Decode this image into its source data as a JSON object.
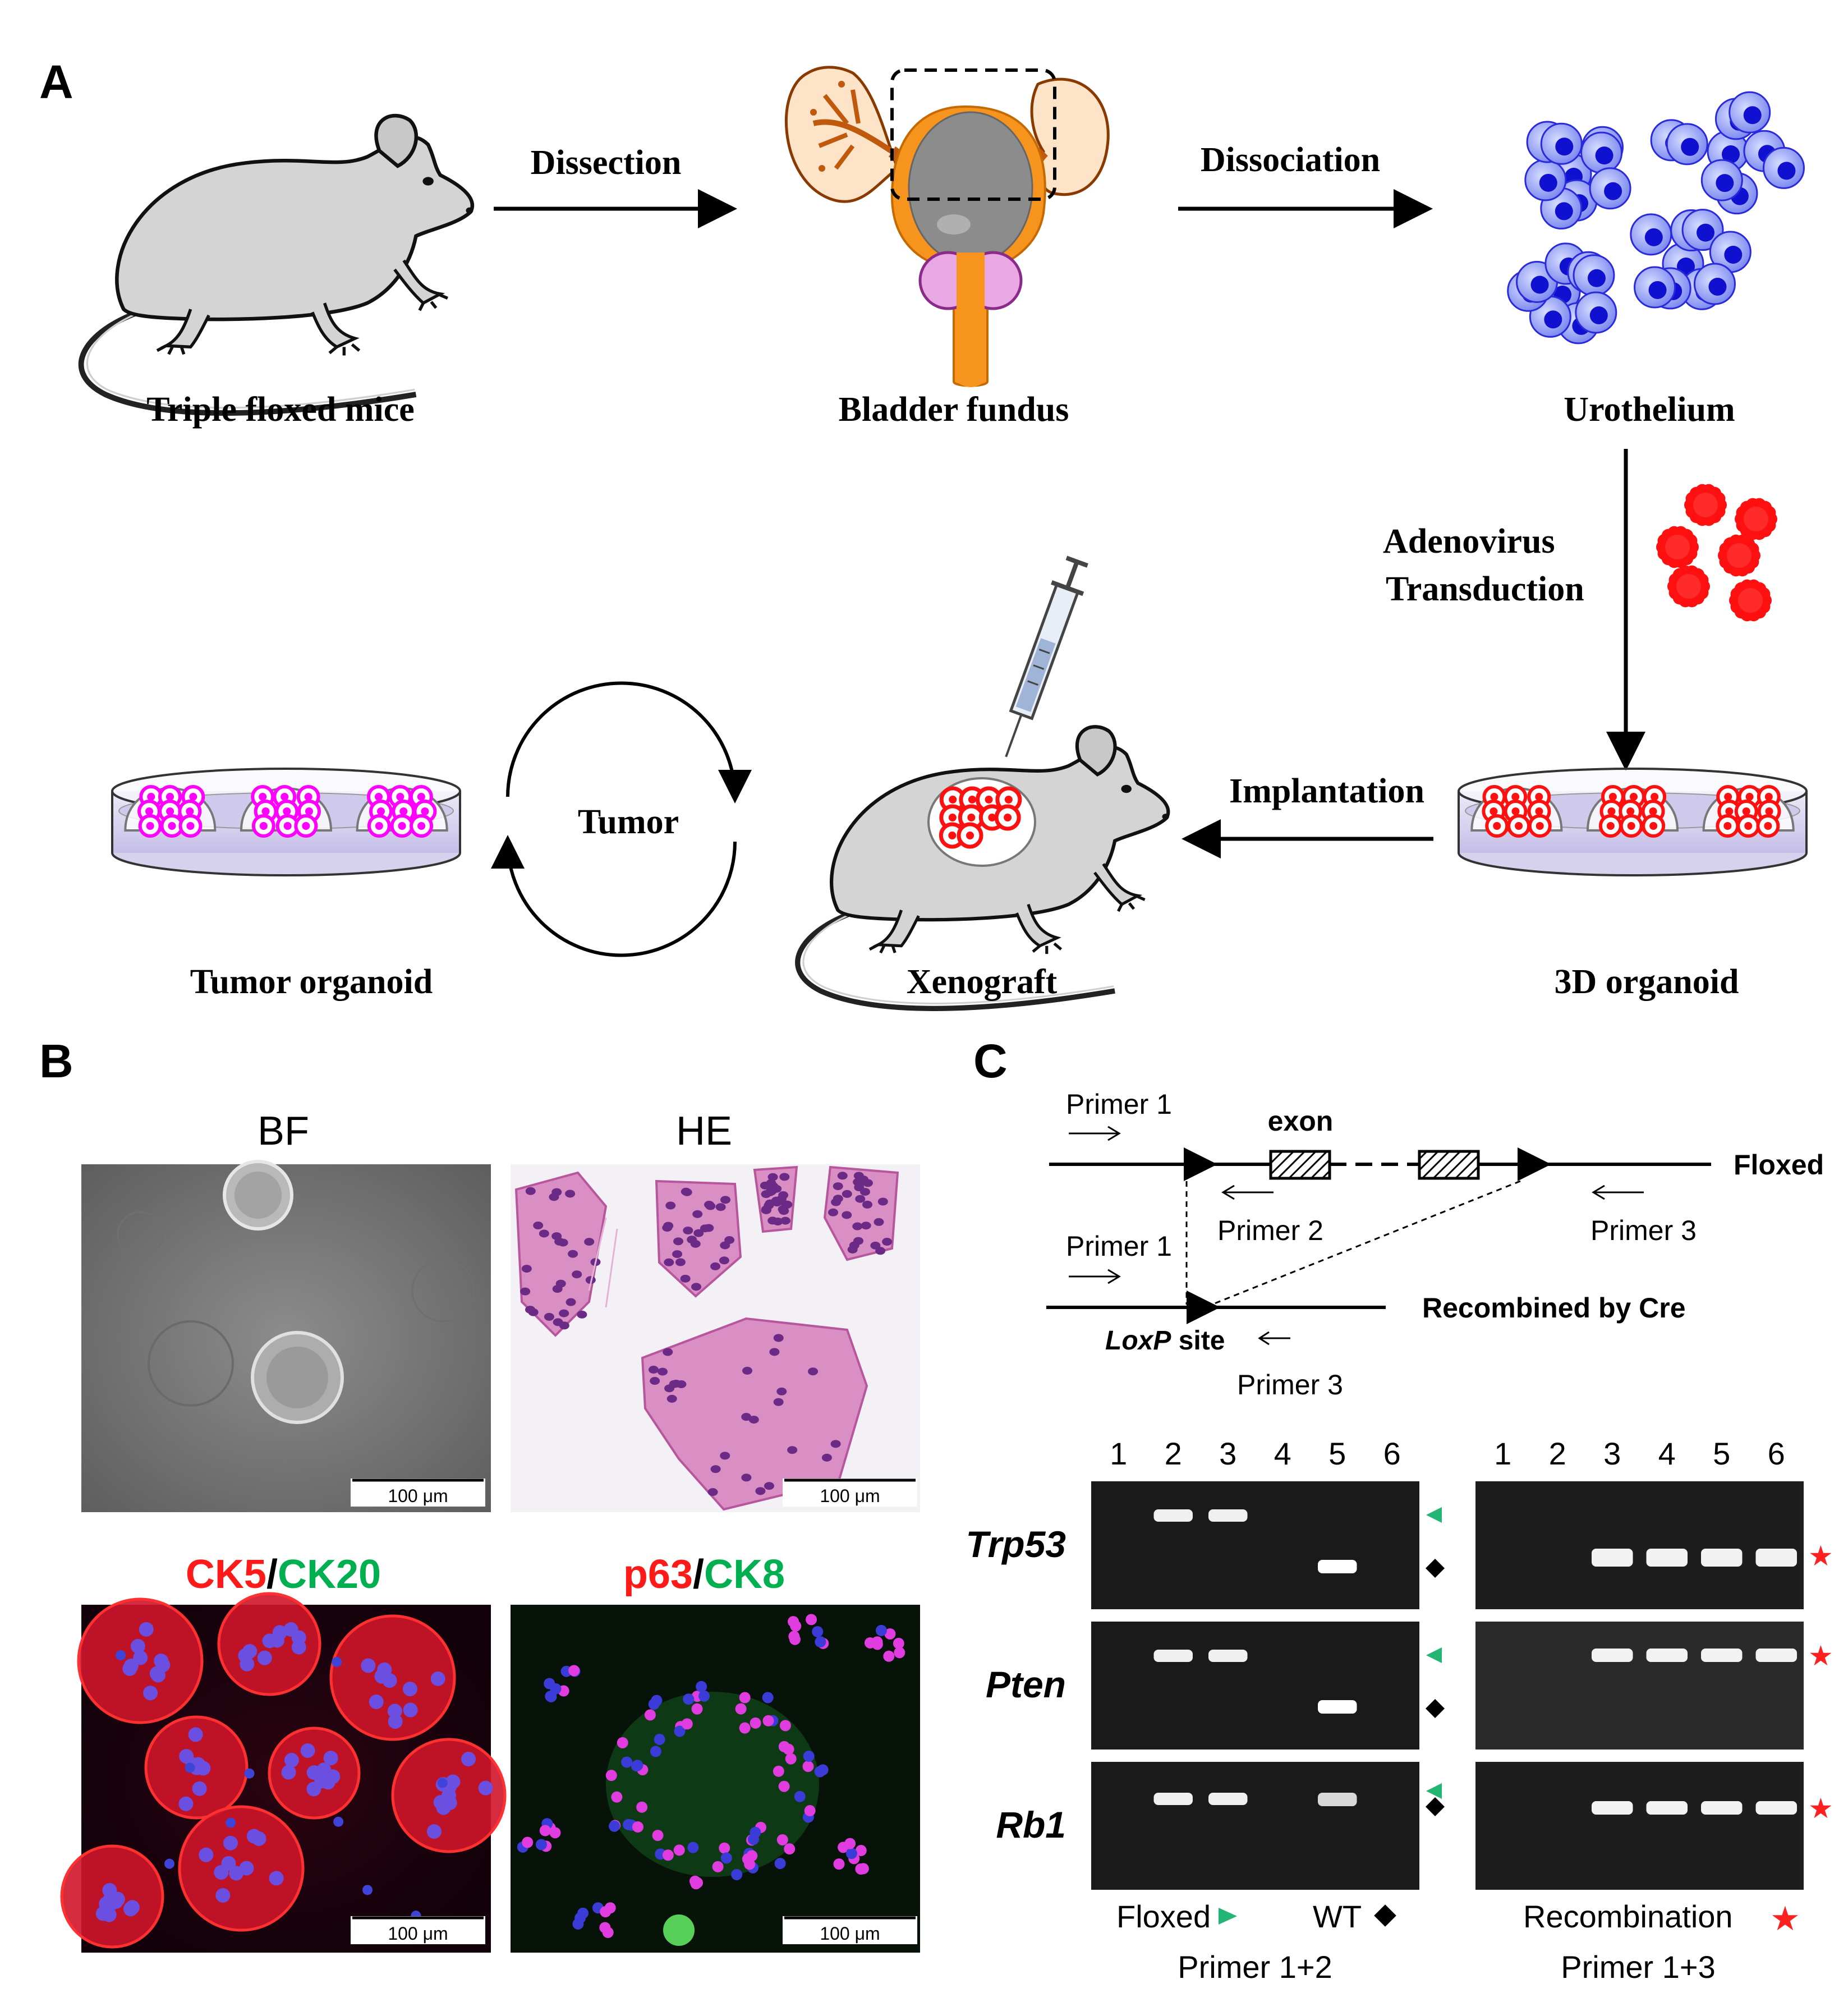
{
  "panel_a": {
    "letter": "A",
    "step_labels": {
      "mice": "Triple floxed mice",
      "bladder": "Bladder fundus",
      "urothelium": "Urothelium",
      "organoid3d": "3D organoid",
      "xenograft": "Xenograft",
      "tumor_organoid": "Tumor organoid"
    },
    "arrow_labels": {
      "dissection": "Dissection",
      "dissociation": "Dissociation",
      "adenovirus_1": "Adenovirus",
      "adenovirus_2": "Transduction",
      "implantation": "Implantation",
      "tumor": "Tumor"
    }
  },
  "panel_b": {
    "letter": "B",
    "titles": {
      "bf": "BF",
      "he": "HE"
    },
    "stain1": {
      "red": "CK5",
      "sep": "/",
      "green": "CK20"
    },
    "stain2": {
      "red": "p63",
      "sep": "/",
      "green": "CK8"
    },
    "scale_bar": "100 μm"
  },
  "panel_c": {
    "letter": "C",
    "schematic": {
      "primer1": "Primer 1",
      "primer2": "Primer 2",
      "primer3": "Primer 3",
      "exon": "exon",
      "floxed": "Floxed",
      "recombined": "Recombined by Cre",
      "loxp_italic": "LoxP",
      "loxp_rest": " site"
    },
    "gel": {
      "lanes": [
        "1",
        "2",
        "3",
        "4",
        "5",
        "6"
      ],
      "genes": [
        "Trp53",
        "Pten",
        "Rb1"
      ],
      "legend_left": {
        "floxed": "Floxed",
        "wt": "WT",
        "primers": "Primer 1+2"
      },
      "legend_right": {
        "recombination": "Recombination",
        "primers": "Primer 1+3"
      }
    }
  },
  "colors": {
    "green_marker": "#22b573",
    "red_marker": "#ff2020",
    "ck5_red": "#ff1a1a",
    "ck20_green": "#00b050",
    "cell_blue": "#1010d0",
    "adenovirus_red": "#ff1010",
    "tumor_magenta": "#ff00ff"
  }
}
